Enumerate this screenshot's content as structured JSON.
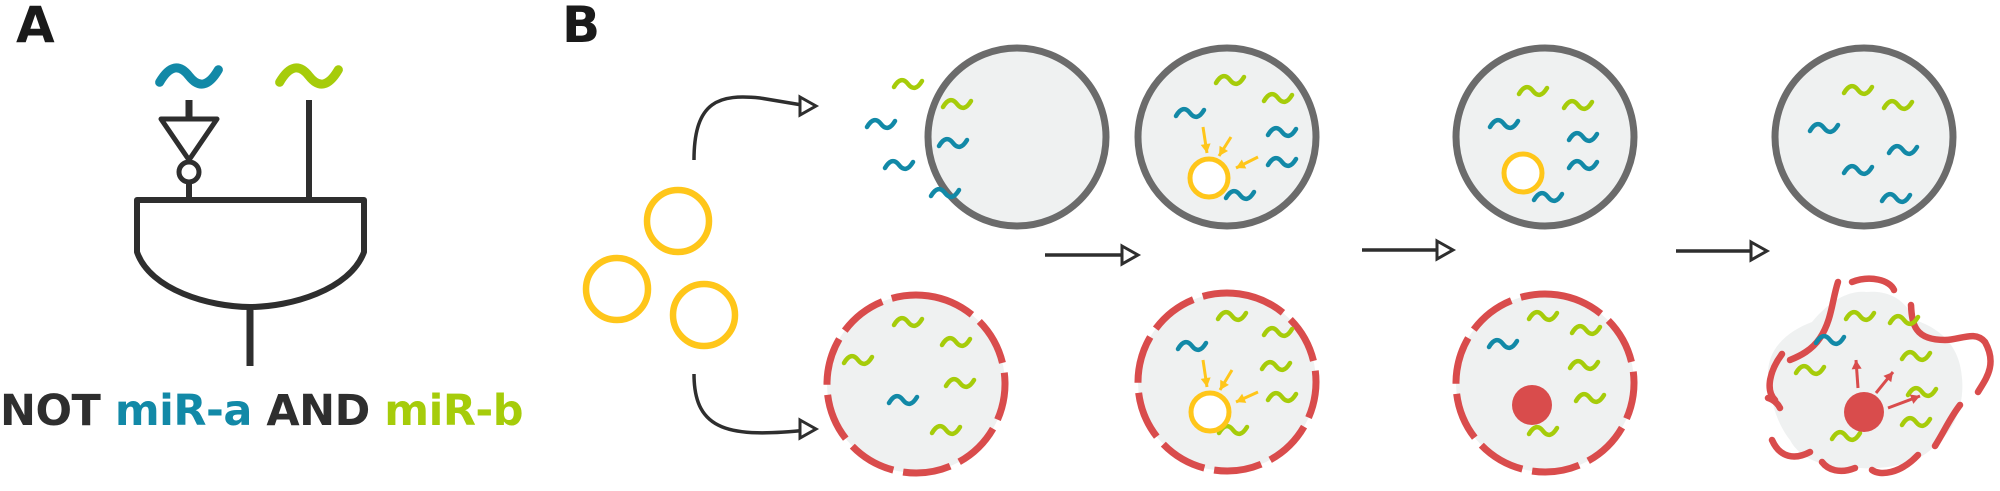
{
  "panel_labels": {
    "a": "A",
    "b": "B"
  },
  "caption": {
    "parts": [
      {
        "text": "NOT ",
        "color": "#2e2e2e"
      },
      {
        "text": "miR-a",
        "color": "#1289a7"
      },
      {
        "text": " AND ",
        "color": "#2e2e2e"
      },
      {
        "text": "miR-b",
        "color": "#a6cc0a"
      }
    ]
  },
  "colors": {
    "dark": "#2e2e2e",
    "mir_a": "#1289a7",
    "mir_b": "#a6cc0a",
    "vesicle": "#ffc61a",
    "healthy_membrane": "#6b6b6b",
    "cancer_membrane": "#d94c4c",
    "cytoplasm": "#eff1f1"
  },
  "icons": {
    "gate": "not-and-logic-gate-icon",
    "mirna": "tilde-rna-icon",
    "vesicle": "vesicle-ring-icon",
    "protein": "toxin-dot-icon",
    "arrow": "process-arrow-icon"
  }
}
